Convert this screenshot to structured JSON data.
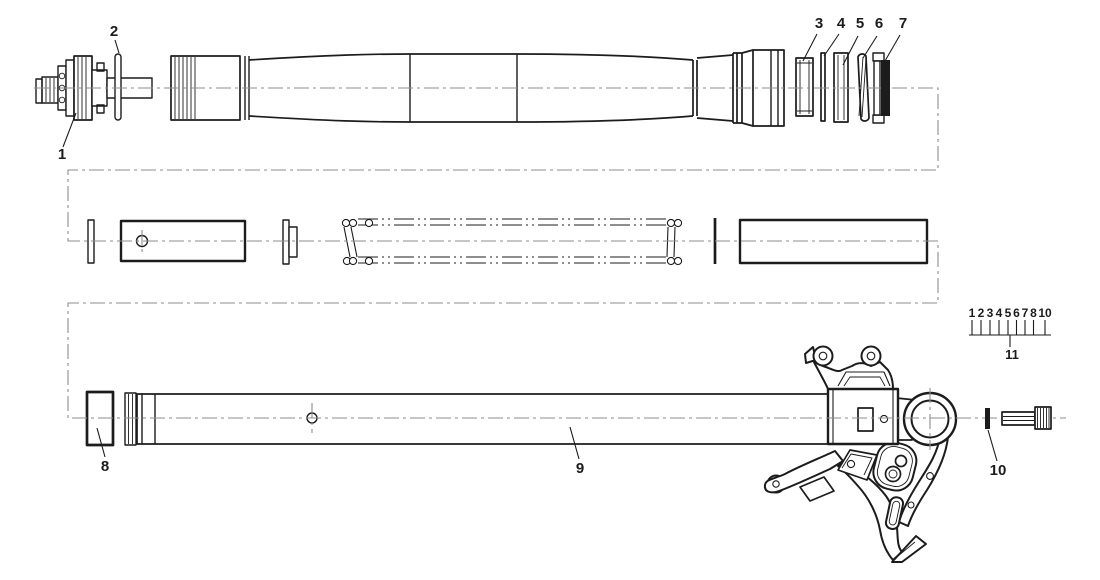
{
  "colors": {
    "line": "#1c1c1c",
    "centerline": "#8e8e8e",
    "coil": "#4b4b4b",
    "background": "#ffffff"
  },
  "callouts": {
    "1": "1",
    "2": "2",
    "3": "3",
    "4": "4",
    "5": "5",
    "6": "6",
    "7": "7",
    "8": "8",
    "9": "9",
    "10": "10"
  },
  "assembly_bracket": {
    "items": [
      "1",
      "2",
      "3",
      "4",
      "5",
      "6",
      "7",
      "8",
      "10"
    ],
    "label": "11"
  }
}
